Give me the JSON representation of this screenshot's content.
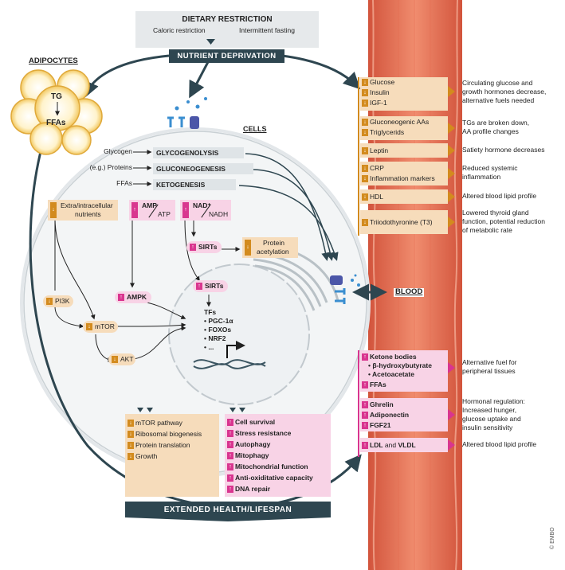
{
  "header": {
    "title": "DIETARY RESTRICTION",
    "sub_left": "Caloric restriction",
    "sub_right": "Intermittent fasting",
    "banner": "NUTRIENT DEPRIVATION"
  },
  "adipocytes": {
    "title": "ADIPOCYTES",
    "tg": "TG",
    "ffas": "FFAs"
  },
  "cells": {
    "title": "CELLS",
    "processes": [
      {
        "input": "Glycogen",
        "label": "GLYCOGENOLYSIS"
      },
      {
        "input": "(e.g.) Proteins",
        "label": "GLUCONEOGENESIS"
      },
      {
        "input": "FFAs",
        "label": "KETOGENESIS"
      }
    ],
    "nutrients_line1": "Extra/intracellular",
    "nutrients_line2": "nutrients",
    "amp": "AMP",
    "atp": "ATP",
    "nad": "NAD⁺",
    "nadh": "NADH",
    "sirts1": "SIRTs",
    "protein_acetylation_1": "Protein",
    "protein_acetylation_2": "acetylation",
    "sirts2": "SIRTs",
    "ampk": "AMPK",
    "pi3k": "PI3K",
    "mtor": "mTOR",
    "akt": "AKT",
    "tfs_title": "TFs",
    "tfs": [
      "• PGC-1α",
      "• FOXOs",
      "• NRF2",
      "• ..."
    ]
  },
  "blood_label": "BLOOD",
  "blood_decrease": [
    {
      "items": [
        "Glucose",
        "Insulin",
        "IGF-1"
      ],
      "note": [
        "Circulating glucose and",
        "growth hormones decrease,",
        "alternative fuels needed"
      ]
    },
    {
      "items": [
        "Gluconeogenic AAs",
        "Triglycerids"
      ],
      "note": [
        "TGs are broken down,",
        "AA profile changes"
      ]
    },
    {
      "items": [
        "Leptin"
      ],
      "note": [
        "Satiety hormone decreases"
      ]
    },
    {
      "items": [
        "CRP",
        "Inflammation markers"
      ],
      "note": [
        "Reduced systemic",
        "inflammation"
      ]
    },
    {
      "items": [
        "HDL"
      ],
      "note": [
        "Altered blood lipid profile"
      ]
    },
    {
      "items": [
        "Triiodothyronine (T3)"
      ],
      "note": [
        "Lowered thyroid gland",
        "function, potential reduction",
        "of metabolic rate"
      ]
    }
  ],
  "blood_increase": {
    "ketone": {
      "title": "Ketone bodies",
      "subs": [
        "β-hydroxybutyrate",
        "Acetoacetate"
      ],
      "ffas": "FFAs",
      "note": [
        "Alternative fuel for",
        "peripheral tissues"
      ]
    },
    "hormones": {
      "items": [
        "Ghrelin",
        "Adiponectin",
        "FGF21"
      ],
      "note": [
        "Hormonal regulation:",
        "Increased hunger,",
        "glucose uptake and",
        "insulin sensitivity"
      ]
    },
    "lipids": {
      "ldl": "LDL",
      "and": "and",
      "vldl": "VLDL",
      "note": [
        "Altered blood lipid profile"
      ]
    }
  },
  "outcomes_down": [
    "mTOR pathway",
    "Ribosomal biogenesis",
    "Protein translation",
    "Growth"
  ],
  "outcomes_up": [
    "Cell survival",
    "Stress resistance",
    "Autophagy",
    "Mitophagy",
    "Mitochondrial function",
    "Anti-oxiditative capacity",
    "DNA repair"
  ],
  "footer": "EXTENDED HEALTH/LIFESPAN",
  "credit": "© EMBO",
  "arrow_glyphs": {
    "up": "↑",
    "down": "↓"
  },
  "colors": {
    "dark": "#2e4650",
    "orange": "#d38b1e",
    "pink": "#d9358f",
    "vessel": "#e9735a"
  }
}
